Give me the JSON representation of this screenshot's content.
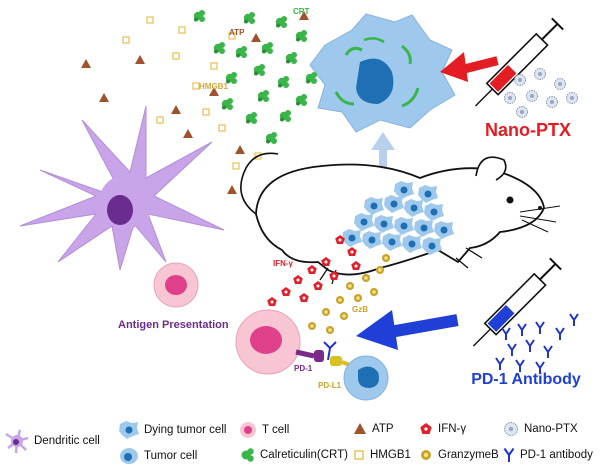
{
  "scene": {
    "labels": {
      "crt": "CRT",
      "atp": "ATP",
      "hmgb1": "HMGB1",
      "nano_ptx": "Nano-PTX",
      "ifn": "IFN-γ",
      "gzb": "GzB",
      "antigen_presentation": "Antigen Presentation",
      "pd1": "PD-1",
      "pdl1": "PD-L1",
      "pd1_antibody": "PD-1 Antibody"
    }
  },
  "legend": {
    "dendritic_cell": "Dendritic cell",
    "dying_tumor_cell": "Dying tumor cell",
    "t_cell": "T cell",
    "atp": "ATP",
    "ifn": "IFN-γ",
    "nano_ptx": "Nano-PTX",
    "tumor_cell": "Tumor cell",
    "calreticulin": "Calreticulin(CRT)",
    "hmgb1": "HMGB1",
    "granzymeb": "GranzymeB",
    "pd1_antibody": "PD-1 antibody"
  },
  "colors": {
    "tumor": "#9ec8ec",
    "tumor_nucleus": "#1f6fb4",
    "crt": "#3ab54a",
    "atp": "#a0522d",
    "hmgb1": "#e8c050",
    "ifn": "#e0202a",
    "gzb": "#c9a227",
    "dc": "#c9a4e8",
    "dc_nucleus": "#6a2c8e",
    "tcell": "#f7c6d2",
    "tcell_nucleus": "#e0408a",
    "red_arrow": "#e41c23",
    "blue_arrow": "#1f3fd6",
    "pd1_antibody": "#2035c8",
    "pd1": "#7a2a8a",
    "pdl1": "#d8c020",
    "nano_ptx_text": "#e41c23",
    "antibody_text": "#1f3fd6"
  }
}
